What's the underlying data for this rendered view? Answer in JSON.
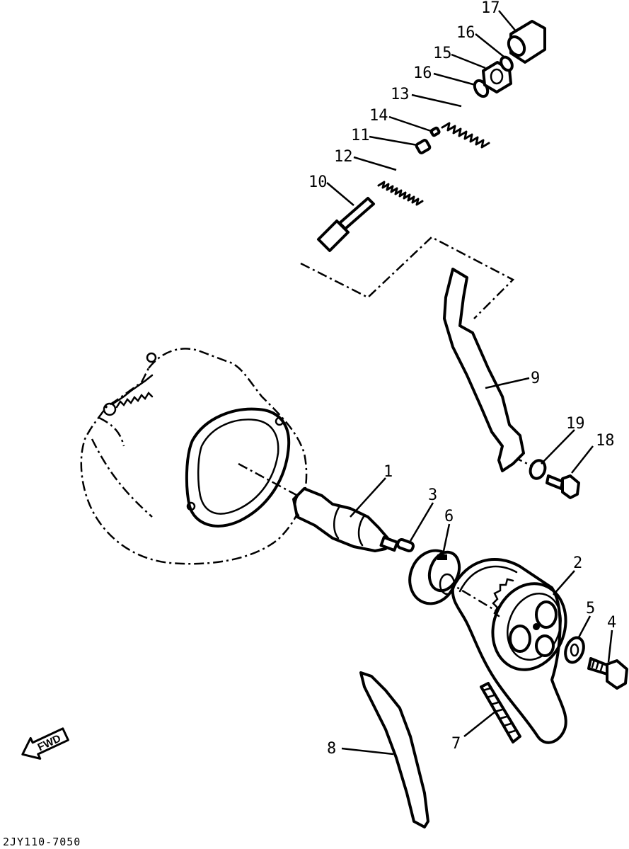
{
  "callouts": [
    {
      "id": "1",
      "label": "1"
    },
    {
      "id": "2",
      "label": "2"
    },
    {
      "id": "3",
      "label": "3"
    },
    {
      "id": "4",
      "label": "4"
    },
    {
      "id": "5",
      "label": "5"
    },
    {
      "id": "6",
      "label": "6"
    },
    {
      "id": "7",
      "label": "7"
    },
    {
      "id": "8",
      "label": "8"
    },
    {
      "id": "9",
      "label": "9"
    },
    {
      "id": "10",
      "label": "10"
    },
    {
      "id": "11",
      "label": "11"
    },
    {
      "id": "12",
      "label": "12"
    },
    {
      "id": "13",
      "label": "13"
    },
    {
      "id": "14",
      "label": "14"
    },
    {
      "id": "15",
      "label": "15"
    },
    {
      "id": "16a",
      "label": "16"
    },
    {
      "id": "16b",
      "label": "16"
    },
    {
      "id": "17",
      "label": "17"
    },
    {
      "id": "18",
      "label": "18"
    },
    {
      "id": "19",
      "label": "19"
    }
  ],
  "fwd_arrow": {
    "label": "FWD"
  },
  "diagram_code": "2JY110-7050"
}
